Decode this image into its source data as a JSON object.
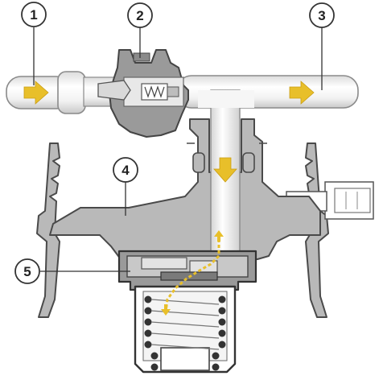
{
  "diagram": {
    "callouts": [
      {
        "label": "1",
        "part": "inlet-pipe"
      },
      {
        "label": "2",
        "part": "check-valve"
      },
      {
        "label": "3",
        "part": "outlet-pipe"
      },
      {
        "label": "4",
        "part": "valve-body"
      },
      {
        "label": "5",
        "part": "pressure-regulator"
      }
    ],
    "colors": {
      "body_fill": "#b9b9b9",
      "body_stroke": "#4a4a4a",
      "pipe_fill": "#f2f2f2",
      "pipe_stroke": "#8a8a8a",
      "flow_arrow": "#e8bf2a",
      "valve_dark": "#8d8d8d",
      "callout_stroke": "#333333"
    }
  }
}
